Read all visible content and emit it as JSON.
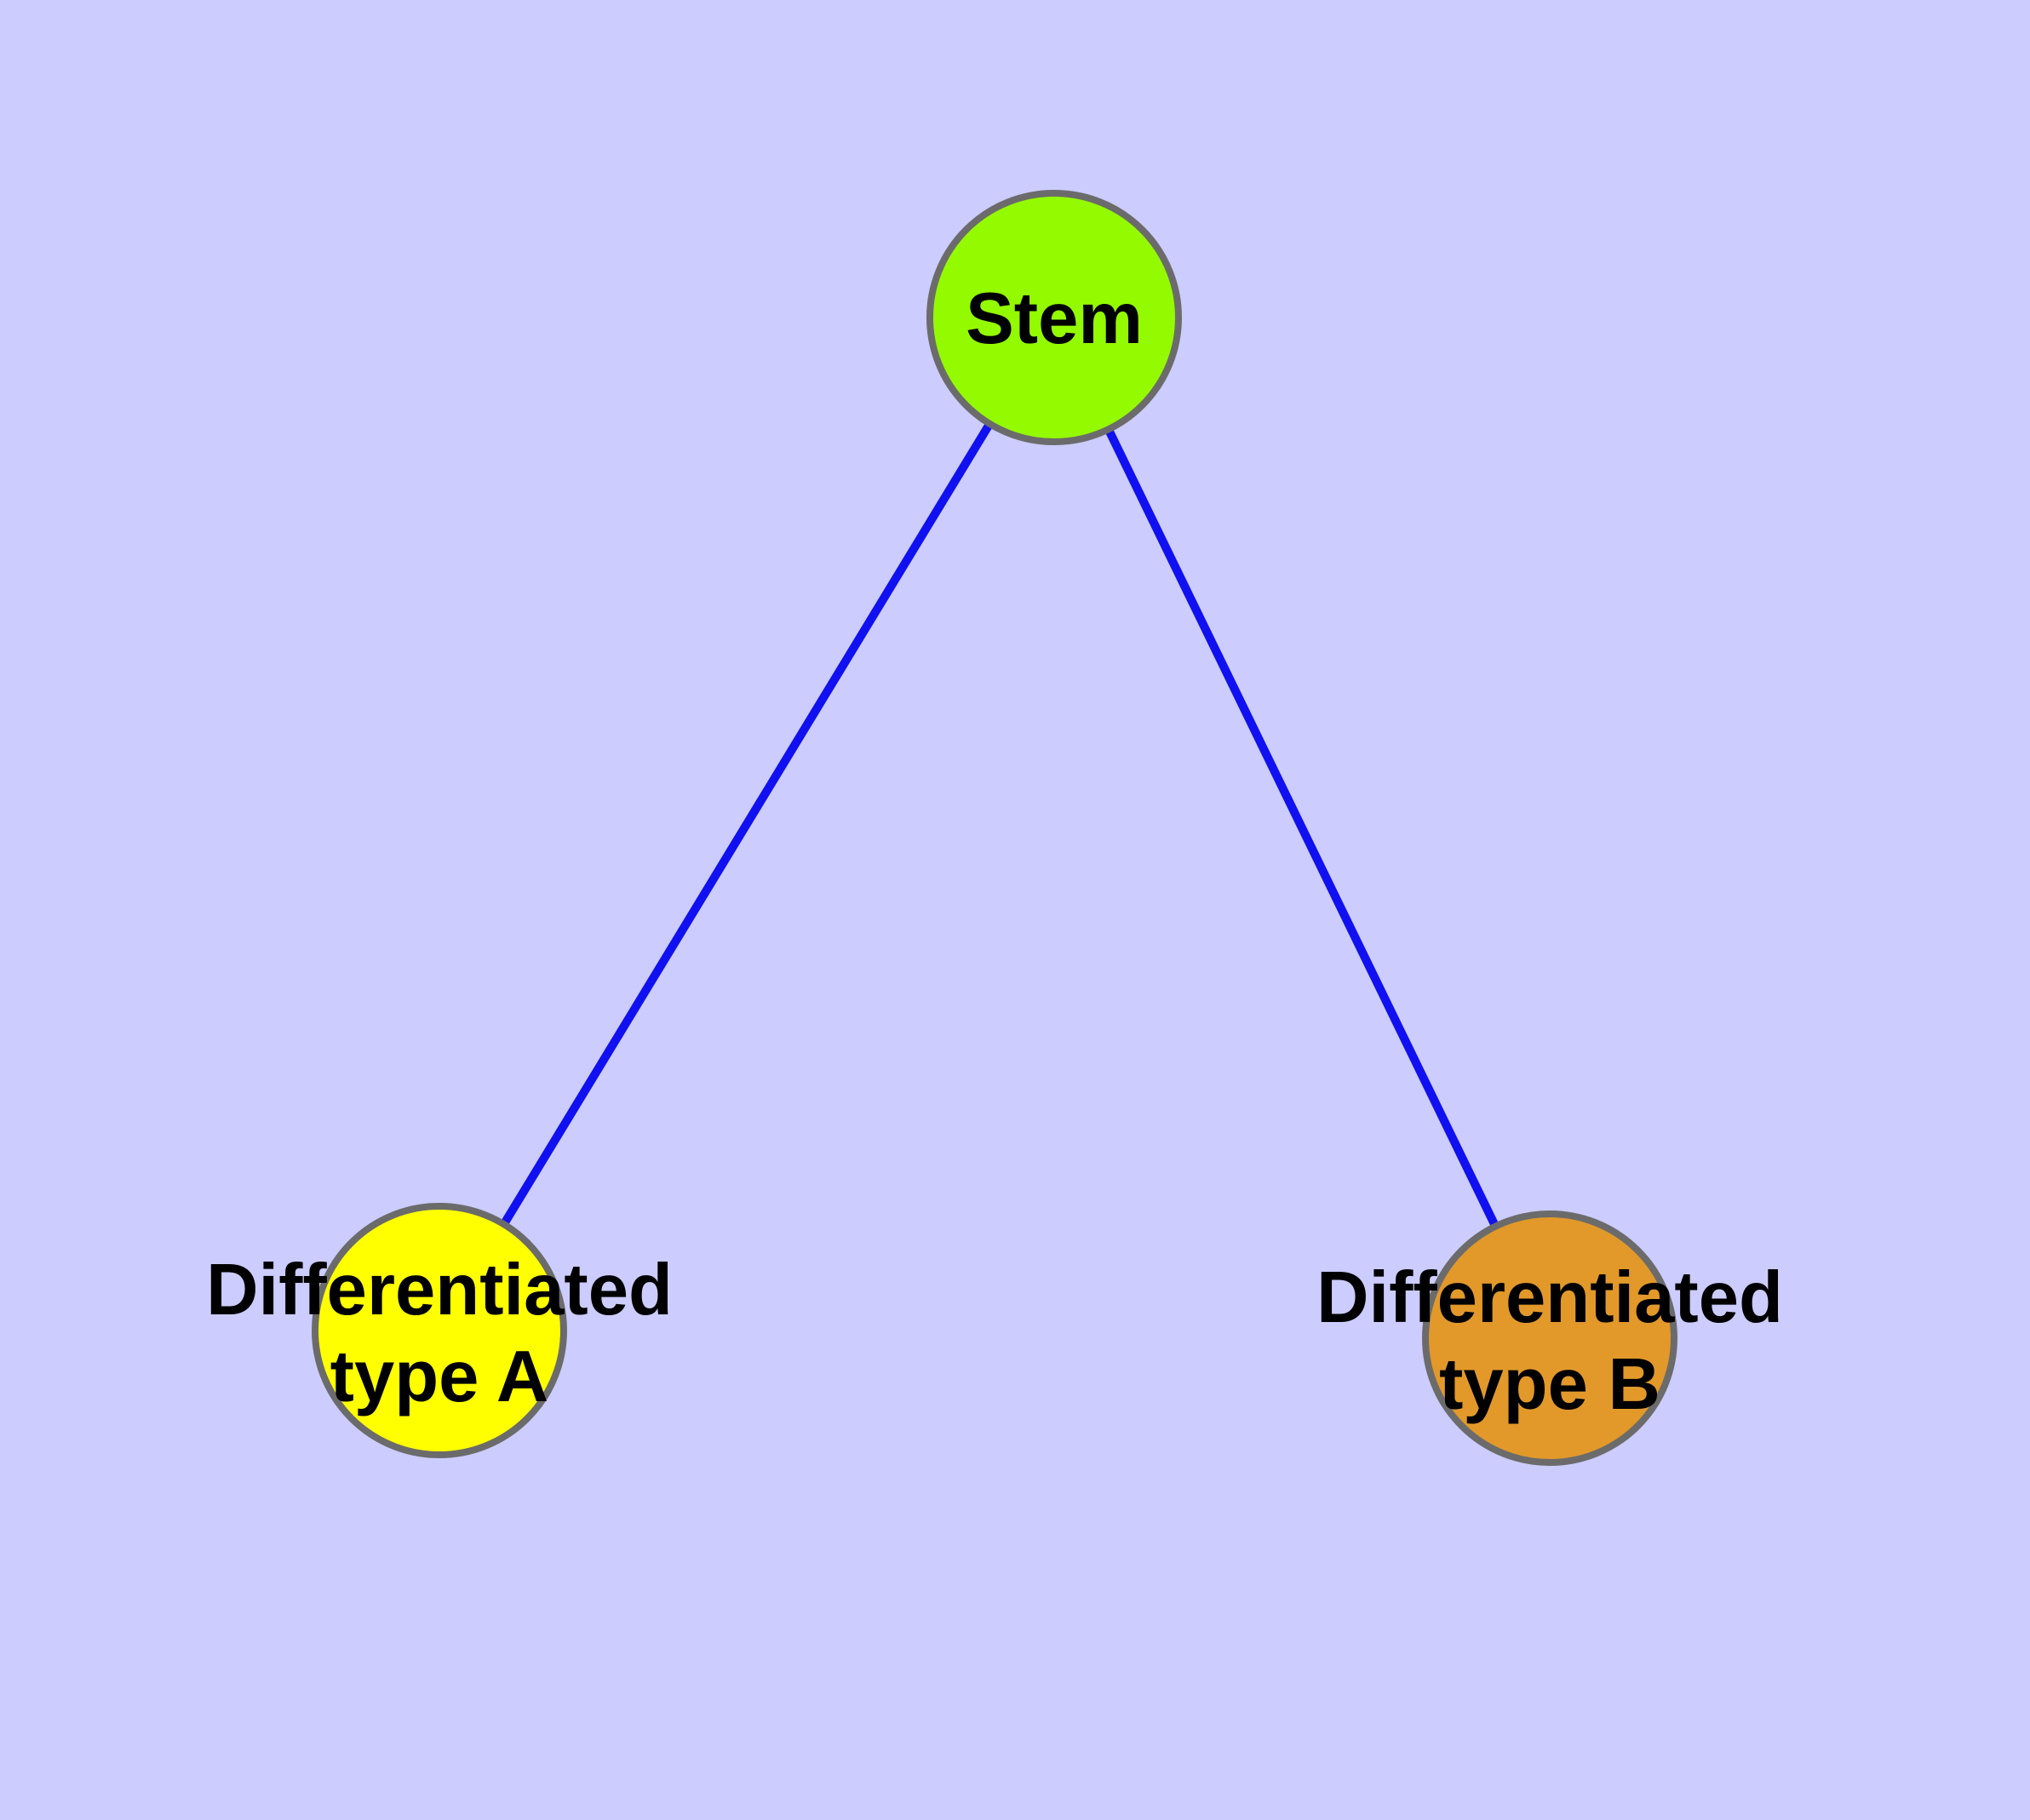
{
  "diagram": {
    "background_color": "#CCCCFF",
    "node_border_color": "#6B6B6B",
    "edge_color": "#1010F0",
    "text_color": "#000000",
    "nodes": [
      {
        "id": "stem",
        "label": "Stem",
        "label_lines": [
          "Stem"
        ],
        "fill": "#94FA00"
      },
      {
        "id": "differentiated-type-a",
        "label": "Differentiated type A",
        "label_lines": [
          "Differentiated",
          "type A"
        ],
        "fill": "#FFFF00"
      },
      {
        "id": "differentiated-type-b",
        "label": "Differentiated type B",
        "label_lines": [
          "Differentiated",
          "type B"
        ],
        "fill": "#E2992A"
      }
    ],
    "edges": [
      {
        "from": "Stem",
        "to": "Differentiated type A"
      },
      {
        "from": "Stem",
        "to": "Differentiated type B"
      }
    ]
  }
}
